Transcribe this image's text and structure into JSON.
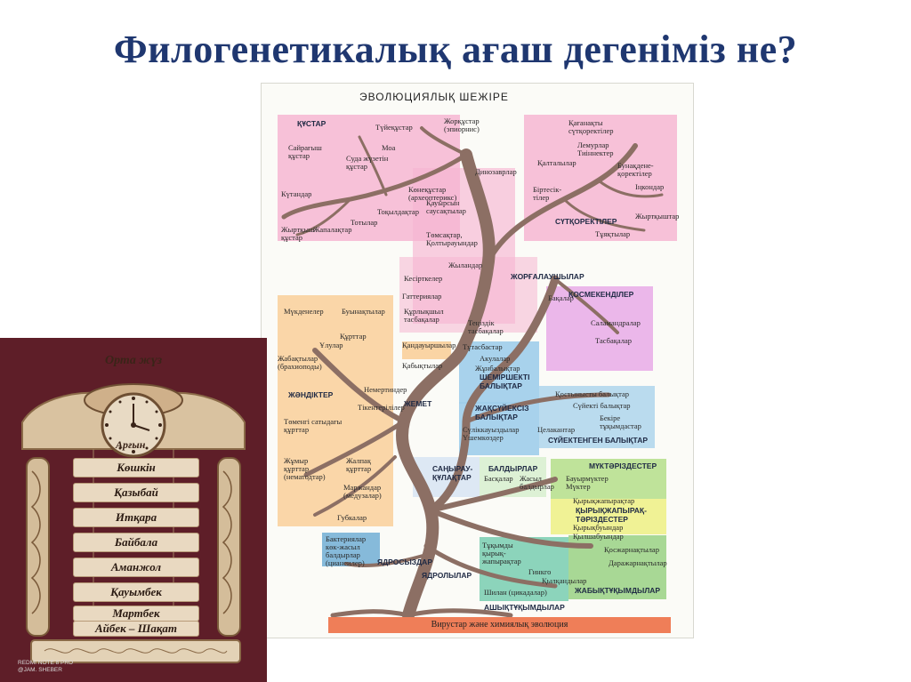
{
  "slide": {
    "title": "Филогенетикалық ағаш дегеніміз не?"
  },
  "poster": {
    "heading": "ЭВОЛЮЦИЯЛЫҚ ШЕЖІРЕ",
    "base_label": "Вирустар және химиялық эволюция",
    "groups": {
      "birds": "ҚҰСТАР",
      "mammals": "СҮТҚОРЕКТІЛЕР",
      "reptiles": "ЖОРҒАЛАУШЫЛАР",
      "amphibians": "ҚОСМЕКЕНДІЛЕР",
      "insects": "ЖӘНДІКТЕР",
      "cartilaginous": "ШЕМІРШЕКТІ\nБАЛЫҚТАР",
      "bony_ray": "ЖАҚСҮЙЕКСІЗ\nБАЛЫҚТАР",
      "bony_fish": "СҮЙЕКТЕНГЕН БАЛЫҚТАР",
      "mosses": "МҮКТӘРІЗДЕСТЕР",
      "ferns": "ҚЫРЫҚЖАПЫРАҚ-\nТӘРІЗДЕСТЕР",
      "angiosperms": "ЖАБЫҚТҰҚЫМДЫЛАР",
      "gymnosperms": "АШЫҚТҰҚЫМДЫЛАР",
      "fungi": "САҢЫРАУ-\nҚҰЛАҚТАР",
      "algae": "БАЛДЫРЛАР",
      "prokaryotes": "ЯДРОСЫЗДАР",
      "eukaryotes": "ЯДРОЛЫЛАР",
      "chordates": "ЖЕМЕТ"
    },
    "labels": {
      "tuyekustar": "Түйеқұстар",
      "zhorkustar": "Жорқұстар\n(эпиорнис)",
      "sairagysh": "Сайрағыш\nқұстар",
      "moa": "Моа",
      "suda": "Суда жүзетін\nқұстар",
      "kuytandar": "Күтандар",
      "konekustar": "Көнеқұстар\n(археоптерикс)",
      "totylar": "Тотылар",
      "tokyldaktar": "Тоқылдақтар",
      "zhyrtkysh": "Жыртқыш\nқұстар",
      "zhapalaktar": "Жапалақтар",
      "dinozavr": "Динозаврлар",
      "kauyrsyn": "Қауырсын\nсаусақтылар",
      "tomsaktar": "Төмсақтар,\nҚолтырауындар",
      "zhylandar": "Жыландар",
      "kesirtke": "Кесіртке­лер",
      "gatteriya": "Гаттериялар",
      "kurlyk": "Құрлықшыл\nтасбақалар",
      "tenizdik": "Теңіздік\nтасбақалар",
      "kaganakty": "Қағанақты\nсүтқоректілер",
      "lemur": "Лемурлар\nТиіннектер",
      "kaltaly": "Қалталылар",
      "bunakdene": "Бунақдене-\nқоректілер",
      "inkondar": "Іңкондар",
      "birtesik": "Біртесік-\nтілер",
      "zhyrtkyshtar": "Жыртқыштар",
      "tuyaktylar": "Тұяқтылар",
      "bakalar": "Бақалар",
      "salamandra": "Саламандралар",
      "tasbakalar2": "Тасбақалар",
      "mukdener": "Мүкденелер",
      "bunaktylar": "Буынақтылар",
      "kurttar": "Құрттар",
      "ulular": "Ұлулар",
      "zhabaktylar": "Жабақтылар\n(брахиоподы)",
      "nemertin": "Немертиндер",
      "tikenter": "Тікентерілілер",
      "tomengi": "Төменгі сатыдағы\nқұрттар",
      "zhumyr": "Жұмыр\nқұрттар\n(нематодтар)",
      "zhalpak": "Жалпақ\nқұрттар",
      "marzhan": "Маржандар\n(медузалар)",
      "gubka": "Губкалар",
      "kandauyr": "Қандауыршылар",
      "kabyk": "Қабықтылар",
      "tutas": "Тұтасбастар",
      "akulalar": "Акулалар",
      "zhuyn": "Жұнбалықтар",
      "kostynys": "Қостынысты балықтар",
      "suiekti": "Сүйекті балықтар",
      "bekire": "Бекіре\nтұқымдастар",
      "tselakant": "Целакантар",
      "sulikau": "Сүліккауыздылар\nҮшемкөздер",
      "bauyr": "Бауырмүктер\nМүктер",
      "kyrykzhap": "Қырықжапырақтар",
      "kyrykbuyn": "Қырықбуындар",
      "kylsha": "Қылшабуындар",
      "kossarnak": "Қосжарнақтылар",
      "darazh": "Даражарнақтылар",
      "tukym": "Тұқымды\nқырық-\nжапырақтар",
      "ginkgo": "Гинкго",
      "kylkan": "Қылқандылар",
      "shylan": "Шилан (цикадалар)",
      "baskalar": "Басқалар",
      "zhasyl": "Жасыл\nбалдырлар",
      "bakteria": "Бактериялар\nкөк-жасыл\nбалдырлар\n(цианеилер)"
    }
  },
  "photo": {
    "header_text": "Орта жүз",
    "clan_text": "Арғын",
    "names": [
      "Көшкін",
      "Қазыбай",
      "Итқара",
      "Байбала",
      "Аманжол",
      "Қауымбек",
      "Мартбек",
      "Айбек – Шақат"
    ],
    "watermark_line1": "REDMI NOTE 8 PRO",
    "watermark_line2": "@JAM. SHEBER"
  },
  "colors": {
    "title": "#1f3770",
    "pink": "#f6b6d2",
    "orange": "#f9cf9a",
    "blue": "#9ecdea",
    "green": "#9fd48a",
    "yellow": "#eef18a",
    "teal": "#7fcfb4",
    "base": "#ef7e58",
    "photo_bg": "#5e1e28"
  }
}
